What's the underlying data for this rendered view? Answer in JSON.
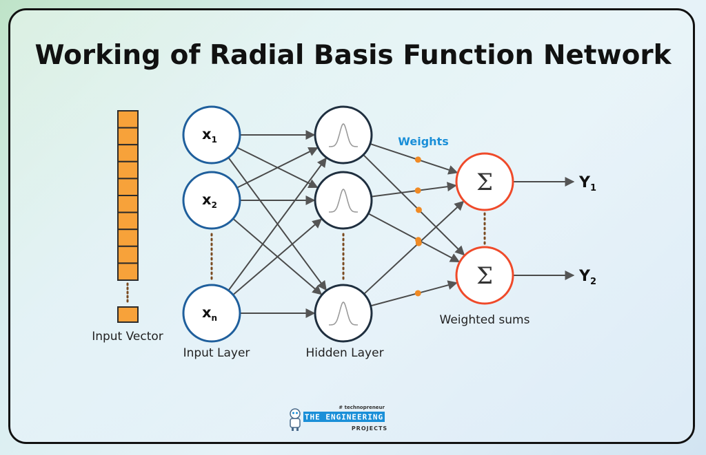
{
  "title": "Working of Radial Basis Function Network",
  "input_vector": {
    "label": "Input Vector"
  },
  "input_layer": {
    "label": "Input Layer",
    "nodes": [
      {
        "base": "x",
        "sub": "1"
      },
      {
        "base": "x",
        "sub": "2"
      },
      {
        "base": "x",
        "sub": "n"
      }
    ]
  },
  "hidden_layer": {
    "label": "Hidden Layer"
  },
  "weights": {
    "label": "Weights"
  },
  "output_layer": {
    "label": "Weighted sums",
    "symbol": "Σ",
    "outputs": [
      {
        "base": "Y",
        "sub": "1"
      },
      {
        "base": "Y",
        "sub": "2"
      }
    ]
  },
  "logo": {
    "tagline": "# technopreneur",
    "name": "THE ENGINEERING",
    "sub": "PROJECTS"
  },
  "colors": {
    "input_vector_fill": "#f7a23a",
    "input_node_stroke": "#1f5f9c",
    "hidden_node_stroke": "#1f2f3f",
    "output_node_stroke": "#ef4a2a",
    "weight_dot": "#f08a24",
    "weights_label": "#1a8fd8",
    "dotted_connector": "#7a4a20"
  },
  "icons": [
    "gaussian-curve-icon",
    "robot-mascot-icon"
  ]
}
